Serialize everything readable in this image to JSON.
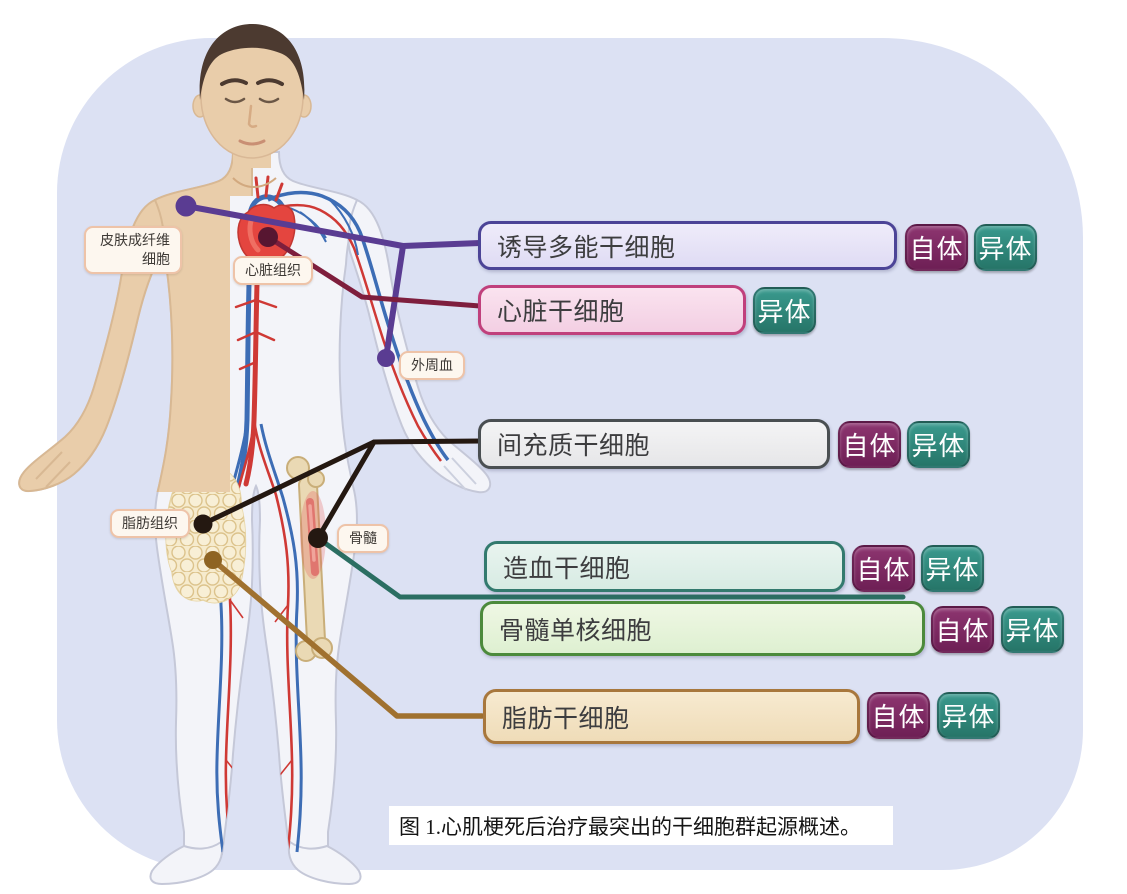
{
  "figure_caption": "图 1.心肌梗死后治疗最突出的干细胞群起源概述。",
  "rows": [
    {
      "name": "诱导多能干细胞",
      "badges": [
        "自体",
        "异体"
      ]
    },
    {
      "name": "心脏干细胞",
      "badges": [
        "异体"
      ]
    },
    {
      "name": "间充质干细胞",
      "badges": [
        "自体",
        "异体"
      ]
    },
    {
      "name": "造血干细胞",
      "badges": [
        "自体",
        "异体"
      ]
    },
    {
      "name": "骨髓单核细胞",
      "badges": [
        "自体",
        "异体"
      ]
    },
    {
      "name": "脂肪干细胞",
      "badges": [
        "自体",
        "异体"
      ]
    }
  ],
  "body_labels": {
    "skin_fibroblast": "皮肤成纤维\n细胞",
    "heart_tissue": "心脏组织",
    "peripheral_blood": "外周血",
    "adipose_tissue": "脂肪组织",
    "bone_marrow": "骨髓"
  },
  "colors": {
    "panel_background": "#dce1f3",
    "autologous_badge": "#7b2860",
    "allogeneic_badge": "#2e8a80",
    "ipsc_border": "#4c4497",
    "cardiac_border": "#c0407c",
    "mesenchymal_border": "#4a4f52",
    "hematopoietic_border": "#337a6e",
    "bm_mononuclear_border": "#4c8a3c",
    "adipose_border": "#a8773c",
    "line_ipsc": "#5a3c92",
    "line_cardiac": "#7e1e3d",
    "line_mesenchymal": "#241811",
    "line_hematopoietic": "#2b6e62",
    "line_adipose": "#a0712f"
  }
}
